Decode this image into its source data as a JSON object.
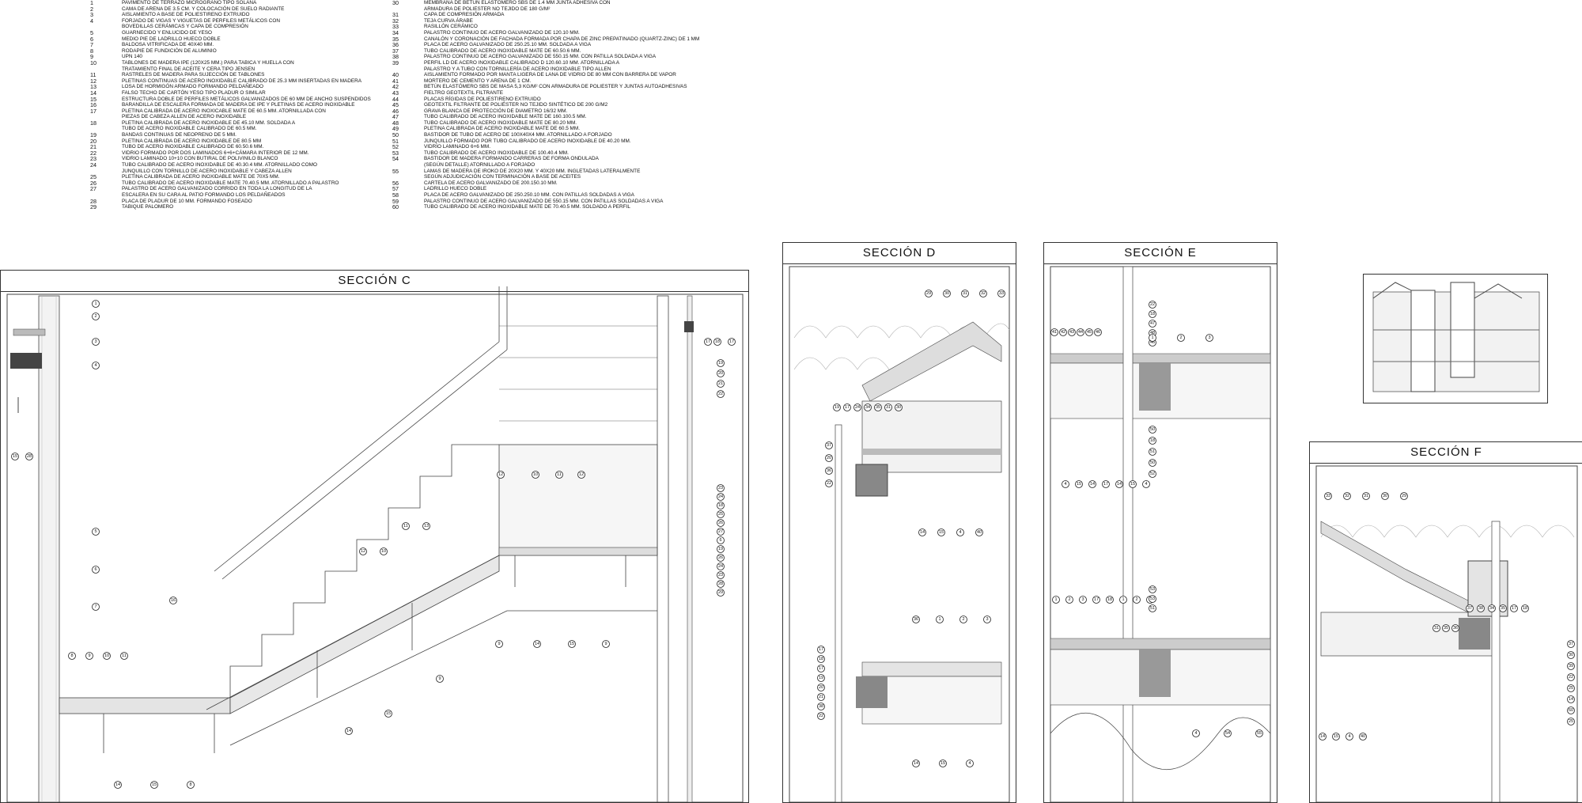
{
  "legend_left": [
    {
      "n": "1",
      "t": "PAVIMENTO DE TERRAZO MICROGRANO TIPO SOLANA"
    },
    {
      "n": "2",
      "t": "CAMA DE ARENA DE 3.5 cm. Y COLOCACIÓN DE SUELO RADIANTE"
    },
    {
      "n": "3",
      "t": "AISLAMIENTO A BASE DE POLIESTIRENO EXTRUIDO"
    },
    {
      "n": "4",
      "t": "FORJADO DE VIGAS Y VIGUETAS DE PERFILES METÁLICOS CON"
    },
    {
      "n": "",
      "t": "BOVEDILLAS CERÁMICAS Y CAPA DE COMPRESIÓN"
    },
    {
      "n": "5",
      "t": "GUARNECIDO Y ENLUCIDO DE YESO"
    },
    {
      "n": "6",
      "t": "MEDIO PIE DE LADRILLO HUECO DOBLE"
    },
    {
      "n": "7",
      "t": "BALDOSA VITRIFICADA DE 40x40 mm."
    },
    {
      "n": "8",
      "t": "RODAPIE DE FUNDICIÓN DE ALUMINIO"
    },
    {
      "n": "9",
      "t": "UPN 140"
    },
    {
      "n": "10",
      "t": "TABLONES DE MADERA IPE (120x25 mm.) PARA TABICA Y HUELLA CON"
    },
    {
      "n": "",
      "t": "TRATAMIENTO FINAL DE ACEITE Y CERA TIPO JENSEN"
    },
    {
      "n": "11",
      "t": "RASTRELES DE MADERA PARA SUJECCIÓN DE TABLONES"
    },
    {
      "n": "12",
      "t": "PLETINAS CONTINUAS DE ACERO INOXIDABLE CALIBRADO DE 25.3 mm INSERTADAS EN MADERA"
    },
    {
      "n": "13",
      "t": "LOSA DE HORMIGÓN ARMADO FORMANDO PELDAÑEADO"
    },
    {
      "n": "14",
      "t": "FALSO TECHO DE CARTÓN YESO TIPO PLADUR O SIMILAR"
    },
    {
      "n": "15",
      "t": "ESTRUCTURA DOBLE DE PERFILES METÁLICOS GALVANIZADOS DE 60 mm DE ANCHO SUSPENDIDOS"
    },
    {
      "n": "16",
      "t": "BARANDILLA DE ESCALERA FORMADA DE MADERA DE IPE Y PLETINAS DE ACERO INOXIDABLE"
    },
    {
      "n": "17",
      "t": "PLETINA CALIBRADA DE ACERO INOXICABLE MATE DE 60.5 mm. ATORNILLADA CON"
    },
    {
      "n": "",
      "t": "PIEZAS DE CABEZA ALLEN DE ACERO INOXIDABLE"
    },
    {
      "n": "18",
      "t": "PLETINA CALIBRADA DE ACERO INOXIDABLE DE 45.10 mm. SOLDADA A"
    },
    {
      "n": "",
      "t": "TUBO DE ACERO INOXIDABLE CALIBRADO DE 60.5 mm."
    },
    {
      "n": "19",
      "t": "BANDAS CONTINUAS DE NEOPRENO DE 5 mm."
    },
    {
      "n": "20",
      "t": "PLETINA CALIBRADA DE ACERO INOXIDABLE DE 80.5 mm"
    },
    {
      "n": "21",
      "t": "TUBO DE ACERO INOXIDABLE CALIBRADO DE 60.50.6 mm."
    },
    {
      "n": "22",
      "t": "VIDRIO FORMADO POR DOS LAMINADOS 6+6+CÁMARA INTERIOR DE 12 mm."
    },
    {
      "n": "23",
      "t": "VIDRIO LAMINADO 10+10 CON BUTIRAL DE POLIVINILO BLANCO"
    },
    {
      "n": "24",
      "t": "TUBO CALIBRADO DE ACERO INOXIDABLE DE 40.30.4 mm. ATORNILLADO COMO"
    },
    {
      "n": "",
      "t": "JUNQUILLO CON TORNILLO DE ACERO INOXIDABLE Y CABEZA ALLEN"
    },
    {
      "n": "25",
      "t": "PLETINA CALIBRADA DE ACERO INOXIDABLE MATE DE 70x5 mm."
    },
    {
      "n": "26",
      "t": "TUBO CALIBRADO DE ACERO INOXIDABLE MATE 70.40.5 mm. ATORNILLADO A PALASTRO"
    },
    {
      "n": "27",
      "t": "PALASTRO DE ACERO GALVANIZADO CORRIDO EN TODA LA LONGITUD DE LA"
    },
    {
      "n": "",
      "t": "ESCALERA EN SU CARA AL PATIO FORMANDO LOS PELDAÑEADOS"
    },
    {
      "n": "28",
      "t": "PLACA DE PLADUR DE 10 mm. FORMANDO FOSEADO"
    },
    {
      "n": "29",
      "t": "TABIQUE PALOMERO"
    }
  ],
  "legend_right": [
    {
      "n": "30",
      "t": "MEMBRANA DE BETÚN ELASTÓMERO SBS DE 1.4 mm JUNTA ADHESIVA CON"
    },
    {
      "n": "",
      "t": "ARMADURA DE POLIESTER NO TEJIDO DE 180 g/m²"
    },
    {
      "n": "31",
      "t": "CAPA DE COMPRESIÓN ARMADA"
    },
    {
      "n": "32",
      "t": "TEJA CURVA ÁRABE"
    },
    {
      "n": "33",
      "t": "RASILLÓN CERÁMICO"
    },
    {
      "n": "34",
      "t": "PALASTRO CONTINUO DE ACERO GALVANIZADO DE 120.10 mm."
    },
    {
      "n": "35",
      "t": "CANALÓN Y CORONACIÓN DE FACHADA FORMADA POR CHAPA DE ZINC PREPATINADO (QUARTZ-ZINC) DE 1 mm"
    },
    {
      "n": "36",
      "t": "PLACA DE ACERO GALVANIZADO DE 250.25.10 mm. SOLDADA A VIGA"
    },
    {
      "n": "37",
      "t": "TUBO CALIBRADO DE ACERO INOXIDABLE MATE DE 60.50.6 mm."
    },
    {
      "n": "38",
      "t": "PALASTRO CONTINUO DE ACERO GALVANIZADO DE 550.15 mm. CON PATILLA SOLDADA A VIGA"
    },
    {
      "n": "39",
      "t": "PERFIL LD DE ACERO INOXIDABLE CALIBRADO D 120.60.10 mm. ATORNILLADA A"
    },
    {
      "n": "",
      "t": "PALASTRO Y A TUBO CON TORNILLERÍA DE ACERO INOXIDABLE TIPO ALLEN"
    },
    {
      "n": "40",
      "t": "AISLAMIENTO FORMADO POR MANTA LIGERA DE LANA DE VIDRIO DE 80 mm CON BARRERA DE VAPOR"
    },
    {
      "n": "41",
      "t": "MORTERO DE CEMENTO Y ARENA DE 1 cm."
    },
    {
      "n": "42",
      "t": "BETÚN ELASTÓMERO SBS DE MASA 5,3 kg/m² CON ARMADURA DE POLIESTER Y JUNTAS AUTOADHESIVAS"
    },
    {
      "n": "43",
      "t": "FIELTRO GEOTEXTIL FILTRANTE"
    },
    {
      "n": "44",
      "t": "PLACAS RÍGIDAS DE POLIESTIRENO EXTRUIDO"
    },
    {
      "n": "45",
      "t": "GEOTEXTIL FILTRANTE DE POLIÉSTER NO TEJIDO SINTÉTICO DE 200 g/m2"
    },
    {
      "n": "46",
      "t": "GRAVA BLANCA DE PROTECCIÓN DE DIAMETRO 16/32 mm."
    },
    {
      "n": "47",
      "t": "TUBO CALIBRADO DE ACERO INOXIDABLE MATE DE 160.100.5 mm."
    },
    {
      "n": "48",
      "t": "TUBO CALIBRADO DE ACERO INOXIDABLE MATE DE 80.20 mm."
    },
    {
      "n": "49",
      "t": "PLETINA CALIBRADA DE ACERO INOXIDABLE MATE DE 60.5 mm."
    },
    {
      "n": "50",
      "t": "BASTIDOR DE TUBO DE ACERO DE 100x40x4 mm. ATORNILLADO A FORJADO"
    },
    {
      "n": "51",
      "t": "JUNQUILLO FORMADO POR TUBO CALIBRADO DE ACERO INOXIDABLE DE 40.20 mm."
    },
    {
      "n": "52",
      "t": "VIDRIO LAMINADO 6+6 mm."
    },
    {
      "n": "53",
      "t": "TUBO CALIBRADO DE ACERO INOXIDABLE DE 100.40.4 mm."
    },
    {
      "n": "54",
      "t": "BASTIDOR DE MADERA FORMANDO CARRERAS DE FORMA ONDULADA"
    },
    {
      "n": "",
      "t": "(SEGÚN DETALLE) ATORNILLADO A FORJADO"
    },
    {
      "n": "55",
      "t": "LAMAS DE MADERA DE IROKO DE 20x20 mm. Y 40x20 mm. INGLETADAS LATERALMENTE"
    },
    {
      "n": "",
      "t": "SEGÚN ADJUDICACIÓN CON TERMINACIÓN A BASE DE ACEITES"
    },
    {
      "n": "56",
      "t": "CARTELA DE ACERO GALVANIZADO DE 200.150.10 mm."
    },
    {
      "n": "57",
      "t": "LADRILLO HUECO DOBLE"
    },
    {
      "n": "58",
      "t": "PLACA DE ACERO GALVANIZADO DE 250.250.10 mm. CON PATILLAS SOLDADAS A VIGA"
    },
    {
      "n": "59",
      "t": "PALASTRO CONTINUO DE ACERO GALVANIZADO DE 550.15 mm. CON PATILLAS SOLDADAS A VIGA"
    },
    {
      "n": "60",
      "t": "TUBO CALIBRADO DE ACERO INOXIDABLE MATE DE 70.40.5 mm. SOLDADO A PERFIL"
    }
  ],
  "sections": {
    "c": {
      "title": "SECCIÓN C",
      "left_callouts": [
        "1",
        "2",
        "3",
        "4",
        "5",
        "6",
        "7"
      ],
      "bottom_left_callouts": [
        "15",
        "28"
      ],
      "floor_callouts": [
        "8",
        "9",
        "10",
        "11"
      ],
      "stair_callouts": [
        "16",
        "12",
        "10",
        "11",
        "13",
        "9",
        "15",
        "14"
      ],
      "landing_callouts": [
        "12",
        "10",
        "11",
        "12",
        "9",
        "14",
        "15",
        "9"
      ],
      "bottom_callouts": [
        "14",
        "15",
        "8"
      ],
      "right_top_callouts": [
        "17",
        "18",
        "17",
        "19",
        "20",
        "21",
        "22"
      ],
      "right_callouts": [
        "23",
        "24",
        "18",
        "25",
        "26",
        "27",
        "6",
        "19",
        "26",
        "24",
        "23",
        "28",
        "29"
      ]
    },
    "d": {
      "title": "SECCIÓN D",
      "top_callouts": [
        "29",
        "30",
        "31",
        "32",
        "33"
      ],
      "mid_callouts": [
        "19",
        "17",
        "24",
        "34",
        "35",
        "31",
        "30"
      ],
      "left_callouts": [
        "37",
        "20",
        "36",
        "22"
      ],
      "lower_callouts": [
        "14",
        "15",
        "4",
        "40"
      ],
      "bottom_top_callouts": [
        "36",
        "1",
        "2",
        "3"
      ],
      "bottom_left_callouts": [
        "17",
        "18",
        "17",
        "19",
        "20",
        "21",
        "38",
        "22"
      ],
      "bottom_callouts": [
        "14",
        "15",
        "4"
      ]
    },
    "e": {
      "title": "SECCIÓN E",
      "top_callouts": [
        "41",
        "42",
        "43",
        "44",
        "45",
        "46"
      ],
      "right_top_callouts": [
        "22",
        "18",
        "47",
        "48",
        "46"
      ],
      "layer_callouts": [
        "1",
        "2",
        "3"
      ],
      "mid_callouts": [
        "50",
        "18",
        "51",
        "50",
        "52"
      ],
      "lower_callouts": [
        "4",
        "15",
        "14",
        "17",
        "14",
        "15",
        "4"
      ],
      "bottom_top_callouts": [
        "1",
        "2",
        "3",
        "17",
        "18",
        "1",
        "2",
        "3"
      ],
      "bottom_mid_callouts": [
        "53",
        "53",
        "51"
      ],
      "bottom_callouts": [
        "4",
        "54",
        "55"
      ]
    },
    "f": {
      "title": "SECCIÓN F",
      "top_callouts": [
        "33",
        "32",
        "31",
        "30",
        "29"
      ],
      "right_callouts": [
        "37",
        "38",
        "34",
        "35",
        "17",
        "18"
      ],
      "mid_callouts": [
        "31",
        "35",
        "36"
      ],
      "side_callouts": [
        "37",
        "30",
        "39",
        "22",
        "25",
        "14",
        "60",
        "25"
      ],
      "bottom_callouts": [
        "14",
        "15",
        "4",
        "40"
      ]
    }
  }
}
